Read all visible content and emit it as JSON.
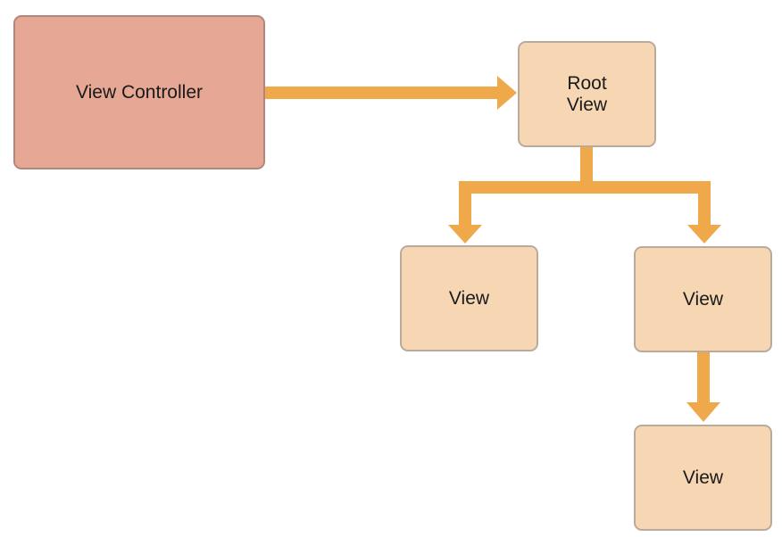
{
  "colors": {
    "arrow": "#f0a94a",
    "controller_fill": "#e6a795",
    "view_fill": "#f7d7b3"
  },
  "nodes": {
    "view_controller": "View Controller",
    "root_view": "Root\nView",
    "view_left": "View",
    "view_right": "View",
    "view_bottom": "View"
  }
}
